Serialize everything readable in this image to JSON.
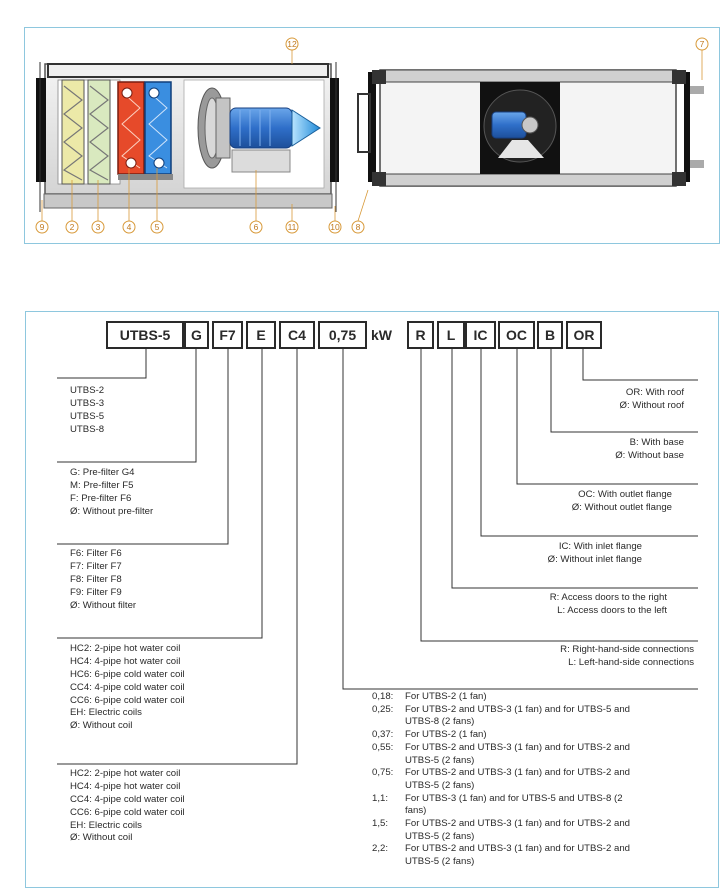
{
  "callouts": {
    "left_unit": [
      "9",
      "2",
      "3",
      "4",
      "5",
      "6",
      "11",
      "10",
      "12"
    ],
    "right_unit": [
      "8",
      "7"
    ]
  },
  "code": {
    "boxes": [
      "UTBS-5",
      "G",
      "F7",
      "E",
      "C4",
      "0,75",
      "R",
      "L",
      "IC",
      "OC",
      "B",
      "OR"
    ],
    "unit": "kW"
  },
  "options": {
    "size": [
      "UTBS-2",
      "UTBS-3",
      "UTBS-5",
      "UTBS-8"
    ],
    "prefilter": [
      "G: Pre-filter G4",
      "M: Pre-filter F5",
      "F: Pre-filter F6",
      "Ø: Without pre-filter"
    ],
    "filter": [
      "F6: Filter F6",
      "F7: Filter F7",
      "F8: Filter F8",
      "F9: Filter F9",
      "Ø: Without filter"
    ],
    "coil1": [
      "HC2: 2-pipe hot water coil",
      "HC4: 4-pipe hot water coil",
      "HC6: 6-pipe cold water coil",
      "CC4: 4-pipe cold water coil",
      "CC6: 6-pipe cold water coil",
      "EH: Electric coils",
      "Ø: Without coil"
    ],
    "coil2": [
      "HC2: 2-pipe hot water coil",
      "HC4: 4-pipe hot water coil",
      "CC4: 4-pipe cold water coil",
      "CC6: 6-pipe cold water coil",
      "EH: Electric coils",
      "Ø: Without coil"
    ],
    "roof": [
      "OR: With roof",
      "Ø: Without roof"
    ],
    "base": [
      "B: With base",
      "Ø: Without base"
    ],
    "outlet": [
      "OC: With outlet flange",
      "Ø: Without outlet flange"
    ],
    "inlet": [
      "IC: With inlet flange",
      "Ø: Without inlet flange"
    ],
    "doors": [
      "R: Access doors to the right",
      "L: Access doors to the left"
    ],
    "connections": [
      "R: Right-hand-side connections",
      "L: Left-hand-side connections"
    ],
    "fan_power": [
      {
        "k": "0,18:",
        "v": "For UTBS-2 (1 fan)"
      },
      {
        "k": "0,25:",
        "v": "For UTBS-2 and UTBS-3 (1 fan) and for UTBS-5 and UTBS-8 (2 fans)"
      },
      {
        "k": "0,37:",
        "v": "For UTBS-2 (1 fan)"
      },
      {
        "k": "0,55:",
        "v": "For UTBS-2 and UTBS-3 (1 fan) and for UTBS-2 and UTBS-5 (2 fans)"
      },
      {
        "k": "0,75:",
        "v": "For UTBS-2 and UTBS-3 (1 fan) and for UTBS-2 and UTBS-5 (2 fans)"
      },
      {
        "k": "1,1:",
        "v": "For UTBS-3 (1 fan) and for UTBS-5 and UTBS-8 (2 fans)"
      },
      {
        "k": "1,5:",
        "v": "For UTBS-2 and UTBS-3 (1 fan) and for UTBS-2 and UTBS-5 (2 fans)"
      },
      {
        "k": "2,2:",
        "v": "For UTBS-2 and UTBS-3 (1 fan) and for UTBS-2 and UTBS-5 (2 fans)"
      }
    ]
  },
  "colors": {
    "panel_border": "#8ec7de",
    "callout": "#d89a3a",
    "heating_coil": "#e64a2a",
    "cooling_coil": "#3a8ee0",
    "prefilter": "#ece9a8",
    "filter": "#d9e9bf",
    "motor": "#2f6fc9"
  }
}
